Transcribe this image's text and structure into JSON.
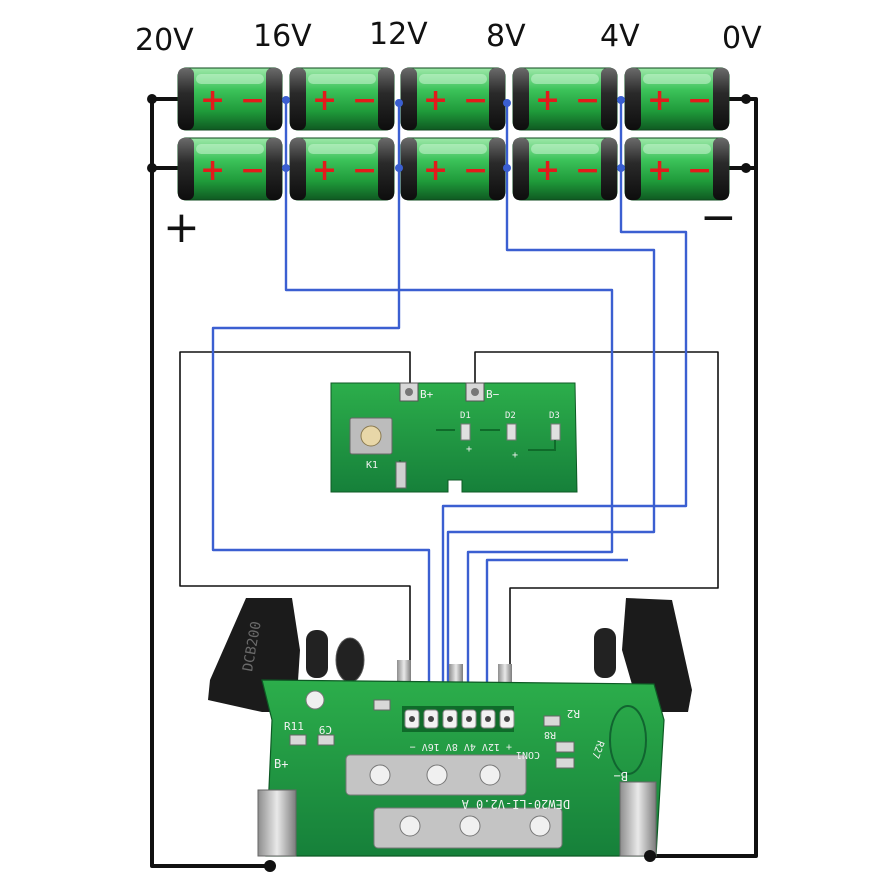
{
  "voltage_labels": [
    "20V",
    "16V",
    "12V",
    "8V",
    "4V",
    "0V"
  ],
  "pack_polarity": {
    "positive": "+",
    "negative": "−"
  },
  "cell_signs": {
    "positive": "+",
    "negative": "−"
  },
  "led_board": {
    "b_plus": "B+",
    "b_minus": "B−",
    "d1": "D1",
    "d2": "D2",
    "d3": "D3",
    "k1": "K1",
    "d1_plus": "+",
    "d2_plus": "+"
  },
  "bms_board": {
    "r11": "R11",
    "c9": "C9",
    "r2": "R2",
    "r8": "R8",
    "r27": "R27",
    "b_plus": "B+",
    "b_minus": "B−",
    "conn": "CON1",
    "pins": "+  12V  4V  8V  16V  −",
    "model": "DEW20-LI-V2.0 A",
    "case_mark": "DCB200"
  },
  "colors": {
    "wire_black": "#111111",
    "wire_blue": "#3b5fd1",
    "cell_green": "#2fb34a",
    "cell_cap": "#2a2a2a",
    "pcb_green": "#1f9a3c",
    "case_black": "#1b1b1b",
    "sign_red": "#e31b1b"
  }
}
